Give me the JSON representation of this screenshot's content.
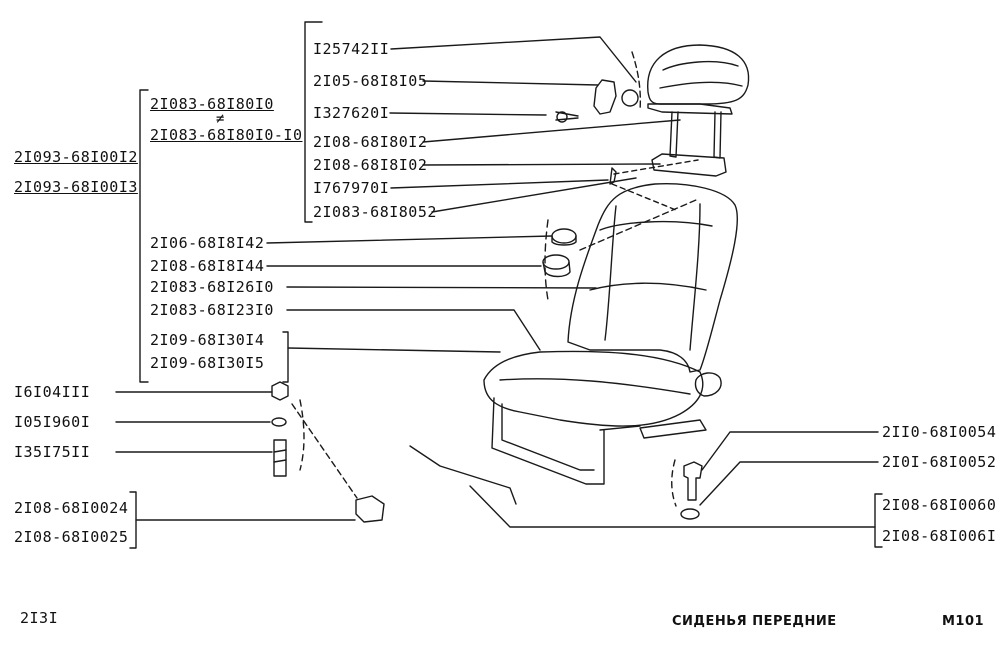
{
  "parts": {
    "p125742": "I25742II",
    "p21056818105": "2I05-68I8I05",
    "p1327620": "I327620I",
    "p21086818012": "2I08-68I80I2",
    "p21086818102": "2I08-68I8I02",
    "p1767970": "I767970I",
    "p210836818052": "2I083-68I8052",
    "p21083681801": "2I083-68I80I0",
    "p21083681801010": "2I083-68I80I0-I0",
    "p21093681001": "2I093-68I00I2",
    "p21093681001_3": "2I093-68I00I3",
    "p2106": "2I06-68I8I42",
    "p2108_144": "2I08-68I8I44",
    "p21083_1261": "2I083-68I26I0",
    "p21083_1231": "2I083-68I23I0",
    "p2109_4": "2I09-68I30I4",
    "p2109_5": "2I09-68I30I5",
    "p16104": "I6I04III",
    "p105": "I05I960I",
    "p135": "I35I75II",
    "p2108_24": "2I08-68I0024",
    "p2108_25": "2I08-68I0025",
    "p2110": "2II0-68I0054",
    "p2101": "2I0I-68I0052",
    "p2108_60": "2I08-68I0060",
    "p2108_61": "2I08-68I006I"
  },
  "separator_mark": "≠",
  "footer": {
    "model": "2I3I",
    "title": "СИДЕНЬЯ ПЕРЕДНИЕ",
    "page": "M101"
  }
}
